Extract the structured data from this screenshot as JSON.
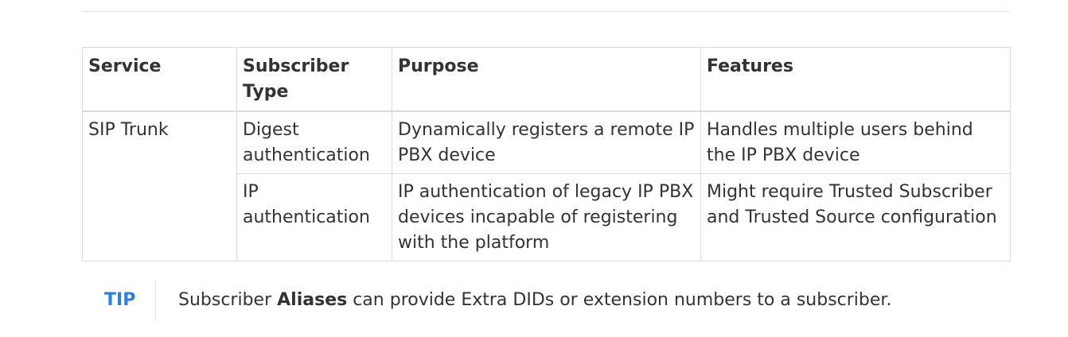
{
  "table": {
    "headers": [
      "Service",
      "Subscriber Type",
      "Purpose",
      "Features"
    ],
    "rows": [
      {
        "service": "SIP Trunk",
        "subscriber_type": "Digest authentication",
        "purpose": "Dynamically registers a remote IP PBX device",
        "features": "Handles multiple users behind the IP PBX device"
      },
      {
        "service": "",
        "subscriber_type": "IP authentication",
        "purpose": "IP authentication of legacy IP PBX devices incapable of registering with the platform",
        "features": "Might require Trusted Subscriber and Trusted Source configuration"
      }
    ]
  },
  "tip": {
    "label": "TIP",
    "text_before": "Subscriber ",
    "text_bold": "Aliases",
    "text_after": " can provide Extra DIDs or extension numbers to a subscriber."
  },
  "colors": {
    "tip_label": "#2f7fd8",
    "text": "#333333",
    "border": "#dcdcdc"
  }
}
